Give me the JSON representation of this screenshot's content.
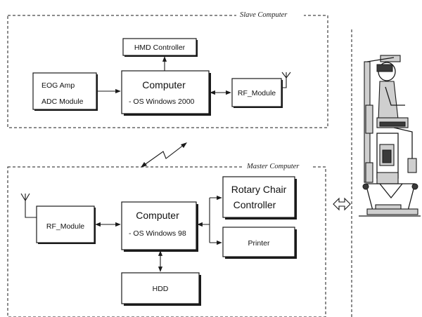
{
  "slave": {
    "title": "Slave Computer",
    "hmd": "HMD Controller",
    "eog_line1": "EOG Amp",
    "eog_line2": "ADC Module",
    "computer_title": "Computer",
    "computer_os": "- OS Windows 2000",
    "rf": "RF_Module"
  },
  "master": {
    "title": "Master Computer",
    "rf": "RF_Module",
    "computer_title": "Computer",
    "computer_os": "- OS Windows 98",
    "rotary_line1": "Rotary Chair",
    "rotary_line2": "Controller",
    "printer": "Printer",
    "hdd": "HDD"
  },
  "icons": {
    "antenna": "antenna-icon",
    "wireless_link": "lightning-link-icon",
    "bidirectional_arrow": "double-arrow-icon",
    "chair_figure": "rotary-chair-subject-figure"
  }
}
